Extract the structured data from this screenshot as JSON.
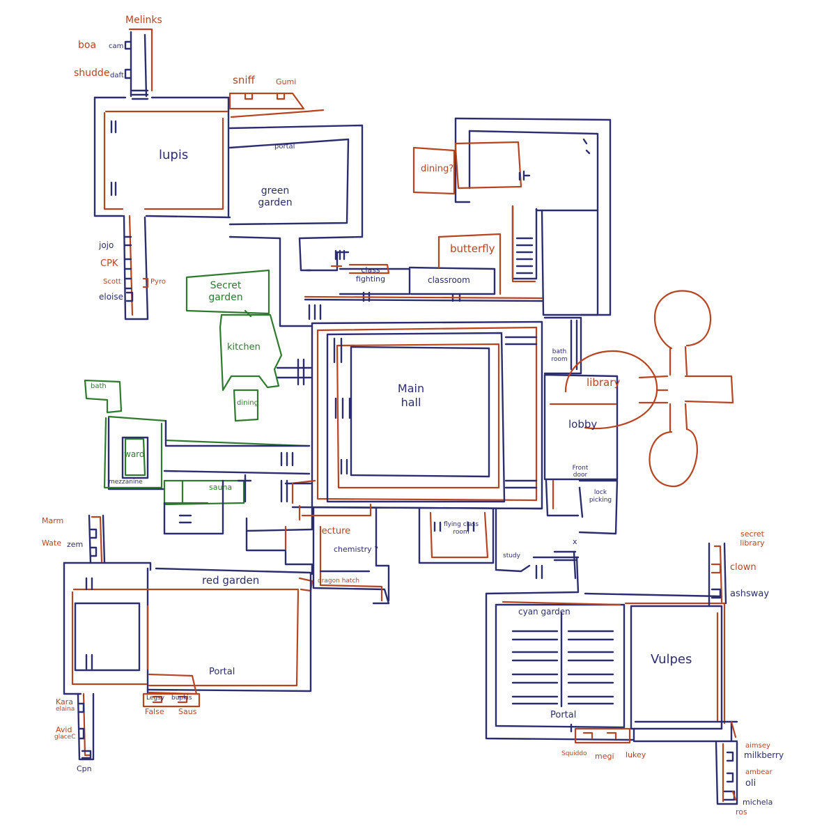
{
  "colors": {
    "navy": "#2b2d6e",
    "red": "#b8431f",
    "green": "#2d7a2d",
    "background": "#ffffff"
  },
  "rooms": {
    "lupis": "lupis",
    "green_garden": "green garden",
    "portal_top": "portal",
    "dining_question": "dining?",
    "class_fighting": "class fighting",
    "classroom": "classroom",
    "butterfly": "butterfly",
    "secret_garden": "Secret garden",
    "kitchen": "kitchen",
    "dining": "dining",
    "bath": "bath",
    "ward": "ward",
    "mezzanine": "mezzanine",
    "sauna": "sauna",
    "main_hall": "Main hall",
    "bathroom": "bath room",
    "library": "library",
    "lobby": "lobby",
    "front_door": "Front door",
    "lock_picking": "lock picking",
    "lecture": "lecture",
    "chemistry": "chemistry ?",
    "dragon_hatch": "dragon hatch",
    "flying_classroom": "flying class room",
    "study": "study",
    "x_mark": "x",
    "red_garden": "red garden",
    "portal_bottom_left": "Portal",
    "cyan_garden": "cyan garden",
    "vulpes": "Vulpes",
    "portal_bottom_right": "Portal",
    "secret_library": "secret library"
  },
  "residents": {
    "top_left_column": {
      "header": "Melinks",
      "pairs": [
        {
          "red": "boa",
          "navy": "cam"
        },
        {
          "red": "shudde",
          "navy": "daft"
        }
      ]
    },
    "sniff": "sniff",
    "gumi": "Gumi",
    "left_column_below_lupis": [
      {
        "name": "jojo",
        "color": "navy"
      },
      {
        "name": "CPK",
        "color": "red"
      },
      {
        "name": "Scott",
        "color": "red"
      },
      {
        "name": "Pyro",
        "color": "red"
      },
      {
        "name": "eloise",
        "color": "navy"
      }
    ],
    "mid_left_column": [
      {
        "name": "Marm",
        "color": "red"
      },
      {
        "name": "Wate",
        "color": "red"
      },
      {
        "name": "zem",
        "color": "navy"
      }
    ],
    "bottom_left_column": [
      {
        "name": "Kara",
        "color": "red"
      },
      {
        "name": "elaina",
        "color": "red"
      },
      {
        "name": "Avid",
        "color": "red"
      },
      {
        "name": "glaceC",
        "color": "red"
      },
      {
        "name": "Cpn",
        "color": "navy"
      }
    ],
    "bottom_of_red_garden": [
      {
        "name": "Legsy",
        "color": "navy"
      },
      {
        "name": "bupkis",
        "color": "navy"
      },
      {
        "name": "False",
        "color": "red"
      },
      {
        "name": "Saus",
        "color": "red"
      }
    ],
    "right_column_upper": [
      {
        "name": "clown",
        "color": "red"
      },
      {
        "name": "ashsway",
        "color": "navy"
      }
    ],
    "bottom_of_vulpes": [
      {
        "name": "Squiddo",
        "color": "red"
      },
      {
        "name": "megi",
        "color": "red"
      },
      {
        "name": "lukey",
        "color": "red"
      }
    ],
    "right_column_lower": [
      {
        "name": "aimsey",
        "color": "red"
      },
      {
        "name": "milkberry",
        "color": "navy"
      },
      {
        "name": "ambear",
        "color": "red"
      },
      {
        "name": "oli",
        "color": "navy"
      },
      {
        "name": "michela",
        "color": "navy"
      },
      {
        "name": "ros",
        "color": "red"
      }
    ]
  }
}
